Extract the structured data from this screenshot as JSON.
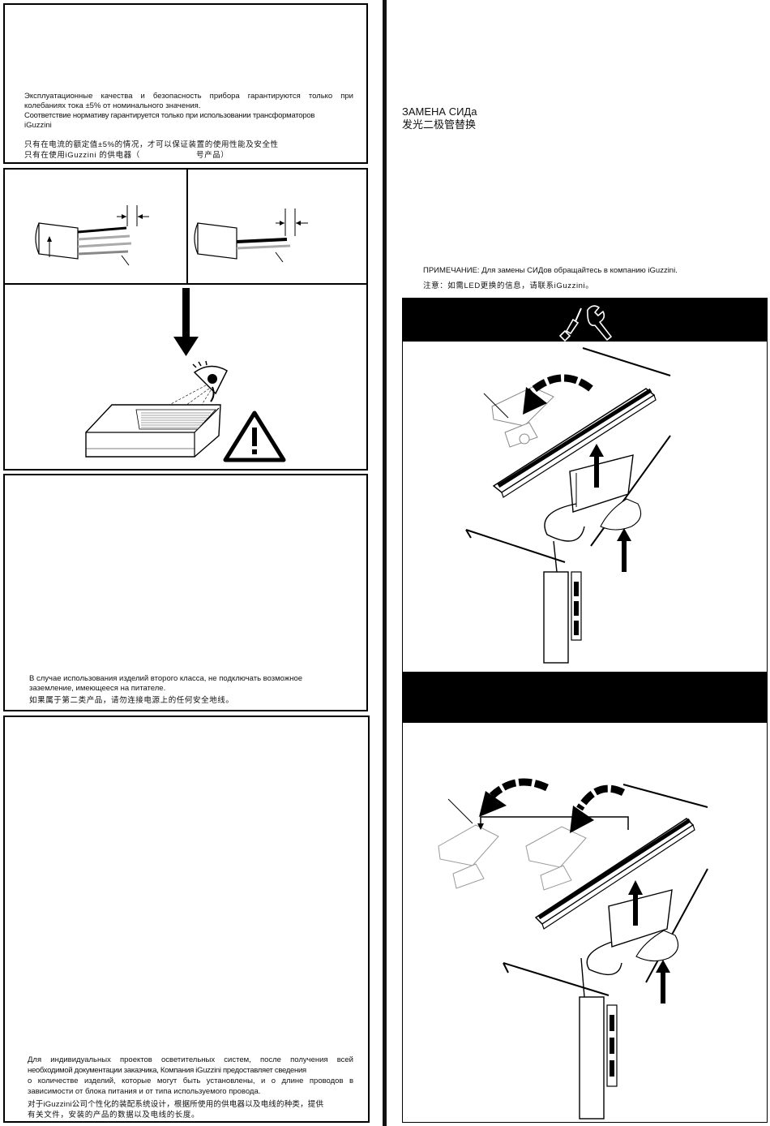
{
  "left": {
    "box1": {
      "ru_line1": "Эксплуатационные качества и безопасность прибора гарантируются только при",
      "ru_line2": "колебаниях тока ±5% от номинального значения.",
      "ru_line3": "Соответствие нормативу гарантируется только при использовании трансформаторов",
      "ru_line4": "iGuzzini",
      "zh_line1": "只有在电流的额定值±5%的情况，才可以保证装置的使用性能及安全性",
      "zh_line2a": "只有在使用iGuzzini 的供电器（",
      "zh_line2b": "号产品）"
    },
    "box3": {
      "ru_line1": "В случае использования изделий второго класса, не подключать возможное",
      "ru_line2": "заземление, имеющееся на питателе.",
      "zh_line1": "如果属于第二类产品，请勿连接电源上的任何安全地线。"
    },
    "box4": {
      "ru_line1": "Для индивидуальных проектов осветительных систем, после получения всей",
      "ru_line2": "необходимой документации заказчика, Компания iGuzzini предоставляет сведения",
      "ru_line3": "о количестве изделий, которые могут быть установлены, и о длине проводов в",
      "ru_line4": "зависимости от блока питания и от типа используемого провода.",
      "zh_line1": "对于iGuzzini公司个性化的装配系统设计，根据所使用的供电器以及电线的种类，提供",
      "zh_line2": "有关文件，安装的产品的数据以及电线的长度。"
    }
  },
  "right": {
    "title_ru": "ЗАМЕНА СИДа",
    "title_zh": "发光二极管替换",
    "note_ru": "ПРИМЕЧАНИЕ: Для замены СИДов обращайтесь в компанию iGuzzini.",
    "note_zh": "注意：如需LED更换的信息，请联系iGuzzini。"
  },
  "icons": {
    "warning": "warning-triangle-icon",
    "tools": "screwdriver-wrench-icon",
    "arrow": "down-arrow-icon"
  }
}
